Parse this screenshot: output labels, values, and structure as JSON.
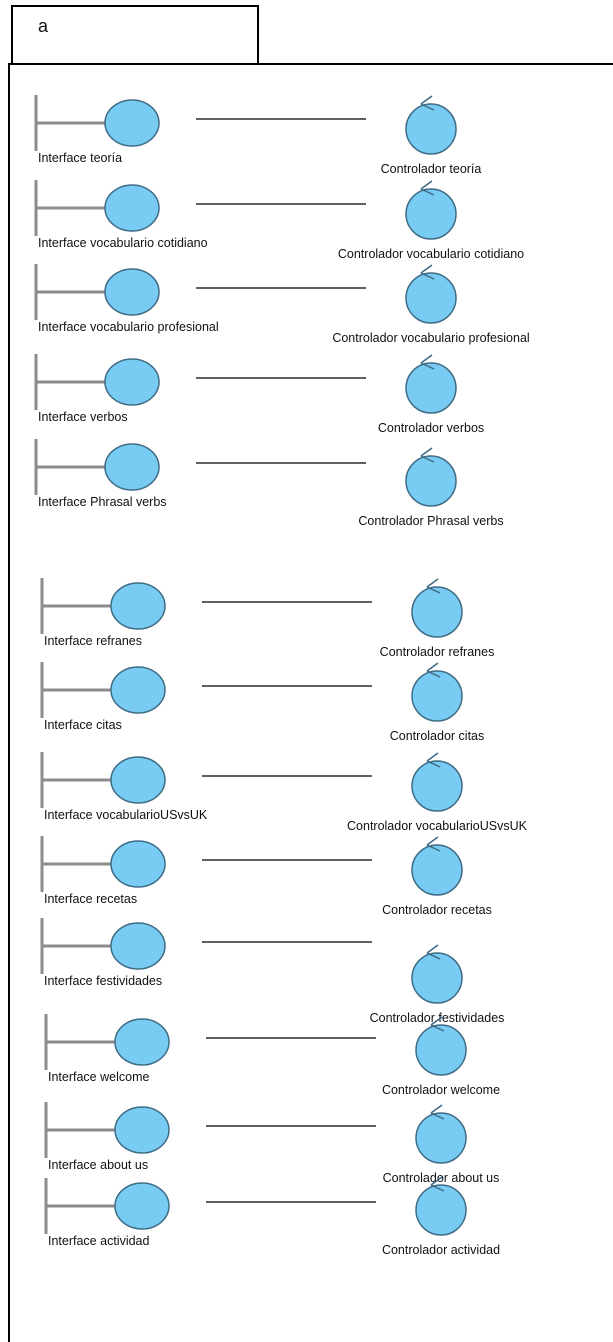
{
  "diagram": {
    "title": "a",
    "colors": {
      "element_fill": "#78cbf2",
      "element_stroke": "#3f6b84",
      "boundary_bar": "#8c8c8c",
      "association": "#000000",
      "frame": "#000000"
    },
    "pairs": [
      {
        "interface": "Interface teoría",
        "controller": "Controlador teoría"
      },
      {
        "interface": "Interface vocabulario cotidiano",
        "controller": "Controlador vocabulario cotidiano"
      },
      {
        "interface": "Interface vocabulario profesional",
        "controller": "Controlador vocabulario profesional"
      },
      {
        "interface": "Interface verbos",
        "controller": "Controlador verbos"
      },
      {
        "interface": "Interface Phrasal verbs",
        "controller": "Controlador Phrasal verbs"
      },
      {
        "interface": "Interface refranes",
        "controller": "Controlador refranes"
      },
      {
        "interface": "Interface citas",
        "controller": "Controlador citas"
      },
      {
        "interface": "Interface vocabularioUSvsUK",
        "controller": "Controlador vocabularioUSvsUK"
      },
      {
        "interface": "Interface recetas",
        "controller": "Controlador recetas"
      },
      {
        "interface": "Interface festividades",
        "controller": "Controlador festividades"
      },
      {
        "interface": "Interface welcome",
        "controller": "Controlador welcome"
      },
      {
        "interface": "Interface about us",
        "controller": "Controlador about us"
      },
      {
        "interface": "Interface actividad",
        "controller": "Controlador actividad"
      }
    ]
  }
}
